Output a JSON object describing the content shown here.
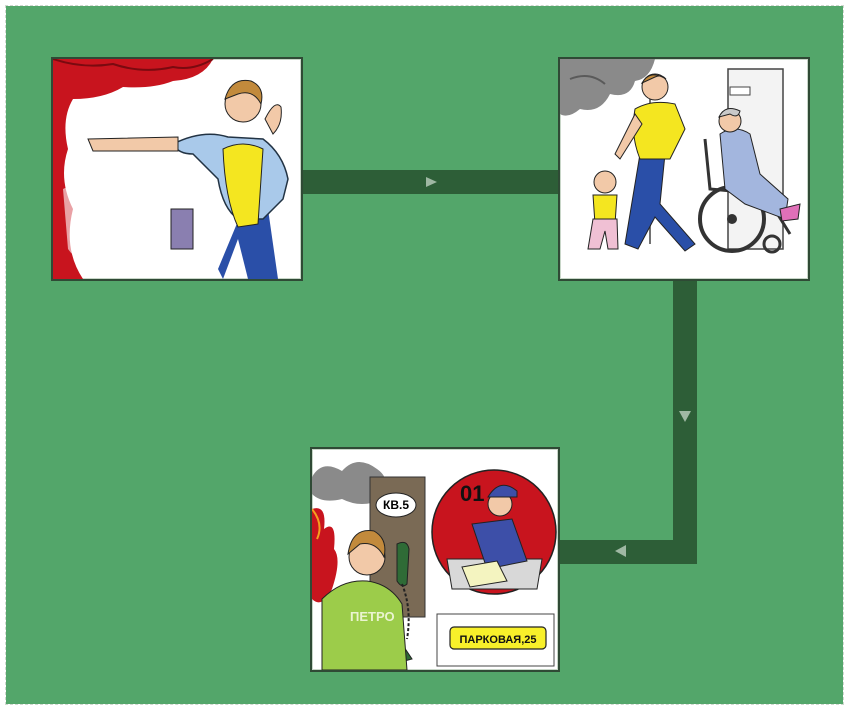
{
  "colors": {
    "background": "#53a66a",
    "connector": "#2d5e37",
    "arrow": "#9fb8a3",
    "fire": "#c8141e",
    "smoke": "#8a8a8a",
    "shirt_yellow": "#f4e620",
    "shirt_green": "#9ccc4a",
    "sign_yellow": "#f8f02a"
  },
  "panels": [
    {
      "id": "panel-1",
      "icons": [
        "fire-icon",
        "warning-person-icon"
      ]
    },
    {
      "id": "panel-2",
      "icons": [
        "smoke-icon",
        "evacuation-icon",
        "wheelchair-icon",
        "child-icon"
      ]
    },
    {
      "id": "panel-3",
      "icons": [
        "phone-icon",
        "firefighter-icon",
        "address-sign-icon"
      ]
    }
  ],
  "panel3": {
    "apartment_tag": "КВ.5",
    "emergency_number": "01",
    "shirt_name": "ПЕТРО",
    "address": "ПАРКОВАЯ,25"
  }
}
